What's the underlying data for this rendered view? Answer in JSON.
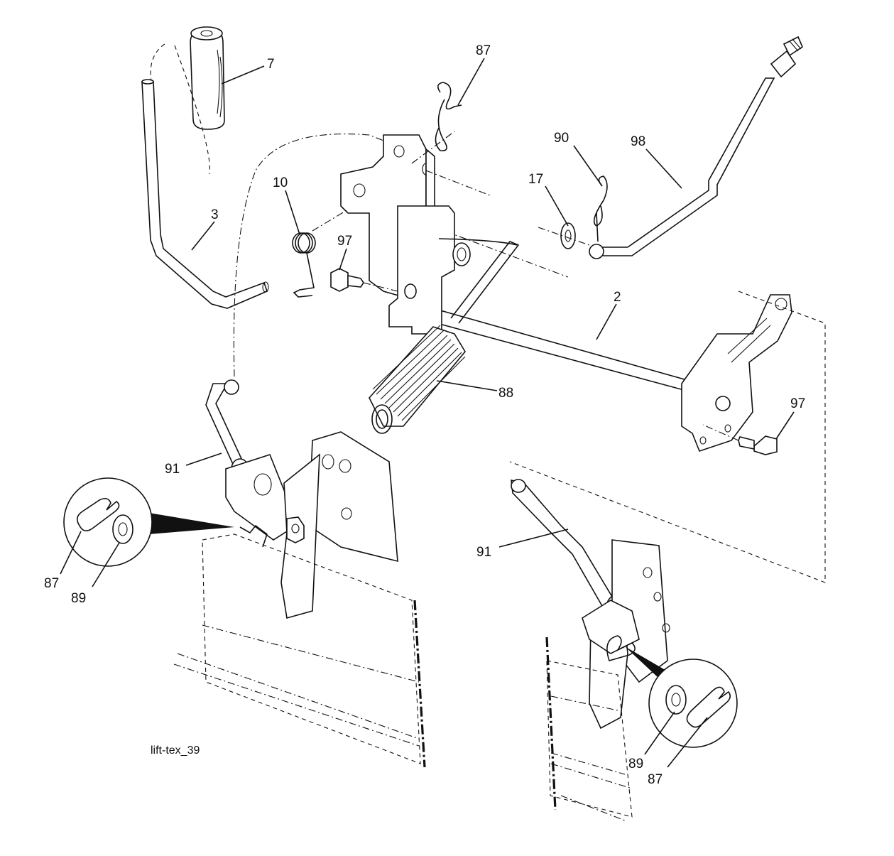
{
  "caption": "lift-tex_39",
  "callouts": [
    {
      "id": "7",
      "text": "7"
    },
    {
      "id": "87a",
      "text": "87"
    },
    {
      "id": "90",
      "text": "90"
    },
    {
      "id": "98",
      "text": "98"
    },
    {
      "id": "17",
      "text": "17"
    },
    {
      "id": "10",
      "text": "10"
    },
    {
      "id": "3",
      "text": "3"
    },
    {
      "id": "97a",
      "text": "97"
    },
    {
      "id": "2",
      "text": "2"
    },
    {
      "id": "88",
      "text": "88"
    },
    {
      "id": "97b",
      "text": "97"
    },
    {
      "id": "91a",
      "text": "91"
    },
    {
      "id": "87b",
      "text": "87"
    },
    {
      "id": "89a",
      "text": "89"
    },
    {
      "id": "91b",
      "text": "91"
    },
    {
      "id": "89b",
      "text": "89"
    },
    {
      "id": "87c",
      "text": "87"
    }
  ]
}
